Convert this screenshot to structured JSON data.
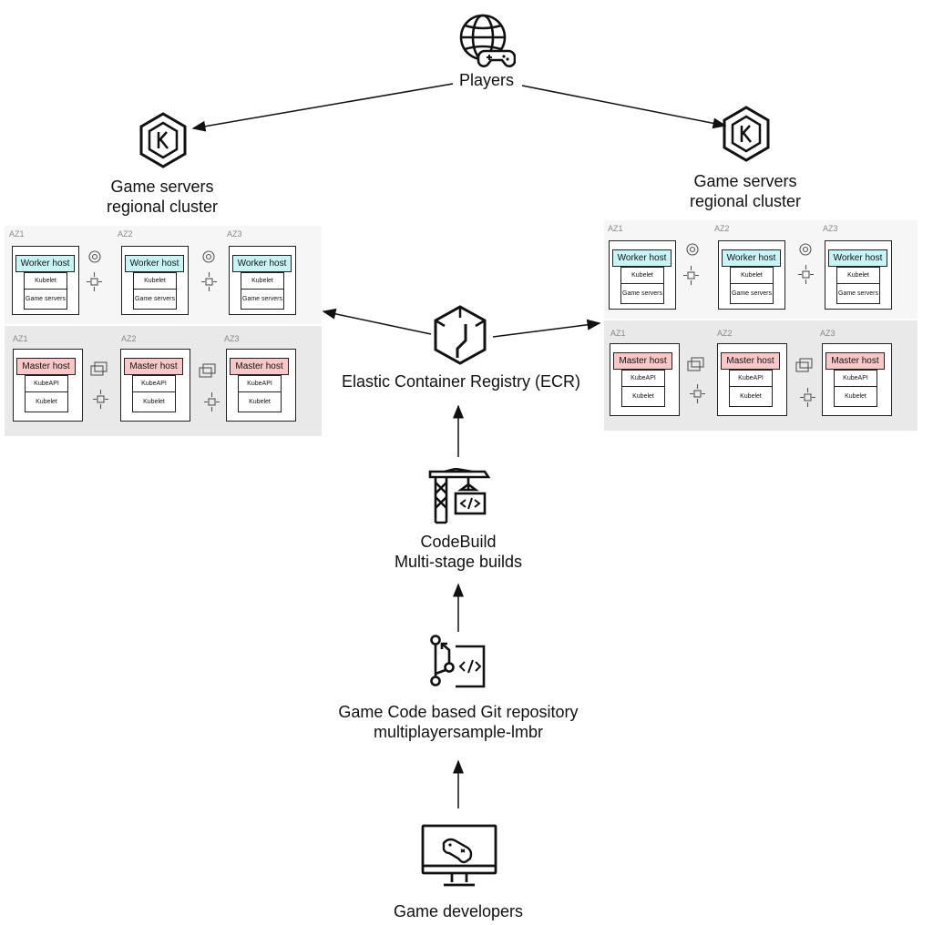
{
  "players": {
    "label": "Players"
  },
  "clusters": [
    {
      "title_line1": "Game servers",
      "title_line2": "regional cluster",
      "workers": [
        {
          "az": "AZ1",
          "host": "Worker host",
          "c1": "Kubelet",
          "c2": "Game servers"
        },
        {
          "az": "AZ2",
          "host": "Worker host",
          "c1": "Kubelet",
          "c2": "Game servers"
        },
        {
          "az": "AZ3",
          "host": "Worker host",
          "c1": "Kubelet",
          "c2": "Game servers"
        }
      ],
      "masters": [
        {
          "az": "AZ1",
          "host": "Master host",
          "c1": "KubeAPI",
          "c2": "Kubelet"
        },
        {
          "az": "AZ2",
          "host": "Master host",
          "c1": "KubeAPI",
          "c2": "Kubelet"
        },
        {
          "az": "AZ3",
          "host": "Master host",
          "c1": "KubeAPI",
          "c2": "Kubelet"
        }
      ]
    },
    {
      "title_line1": "Game servers",
      "title_line2": "regional cluster",
      "workers": [
        {
          "az": "AZ1",
          "host": "Worker host",
          "c1": "Kubelet",
          "c2": "Game servers"
        },
        {
          "az": "AZ2",
          "host": "Worker host",
          "c1": "Kubelet",
          "c2": "Game servers"
        },
        {
          "az": "AZ3",
          "host": "Worker host",
          "c1": "Kubelet",
          "c2": "Game servers"
        }
      ],
      "masters": [
        {
          "az": "AZ1",
          "host": "Master host",
          "c1": "KubeAPI",
          "c2": "Kubelet"
        },
        {
          "az": "AZ2",
          "host": "Master host",
          "c1": "KubeAPI",
          "c2": "Kubelet"
        },
        {
          "az": "AZ3",
          "host": "Master host",
          "c1": "KubeAPI",
          "c2": "Kubelet"
        }
      ]
    }
  ],
  "ecr": {
    "label": "Elastic Container Registry (ECR)"
  },
  "codebuild": {
    "line1": "CodeBuild",
    "line2": "Multi-stage builds"
  },
  "repo": {
    "line1": "Game Code based Git repository",
    "line2": "multiplayersample-lmbr"
  },
  "developers": {
    "label": "Game developers"
  },
  "icons": {
    "players": "globe-gamepad-icon",
    "cluster": "kubernetes-k-icon",
    "ecr": "ecr-registry-icon",
    "codebuild": "codebuild-crane-icon",
    "repo": "git-repository-icon",
    "developers": "monitor-gamepad-icon"
  },
  "colors": {
    "worker_header": "#c8f4f6",
    "master_header": "#f8c7c7",
    "worker_band": "#f6f6f6",
    "master_band": "#e9e9e9"
  }
}
